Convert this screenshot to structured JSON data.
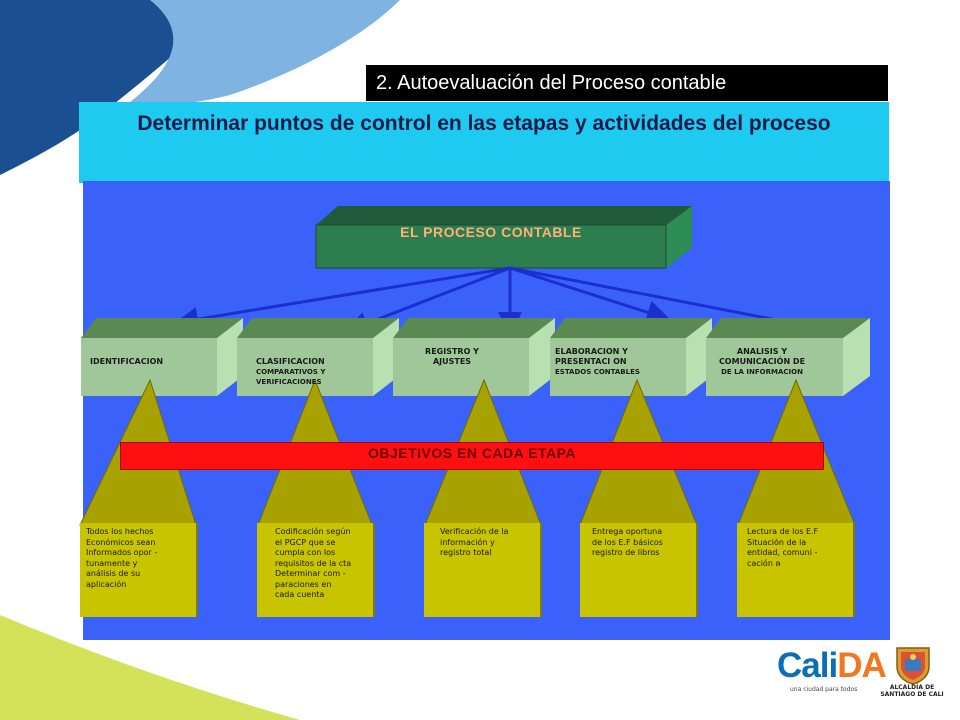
{
  "header": {
    "section_title": "2. Autoevaluación del Proceso contable",
    "main_title": "Determinar puntos de control en las etapas y actividades del proceso"
  },
  "diagram": {
    "process_title": "EL PROCESO CONTABLE",
    "objectives_title": "OBJETIVOS EN CADA ETAPA",
    "stages": [
      {
        "label": "IDENTIFICACION",
        "sublabel": ""
      },
      {
        "label": "CLASIFICACION",
        "sublabel": "COMPARATIVOS Y VERIFICACIONES"
      },
      {
        "label": "REGISTRO Y AJUSTES",
        "sublabel": ""
      },
      {
        "label": "ELABORACION Y PRESENTACI ON",
        "sublabel": "ESTADOS CONTABLES"
      },
      {
        "label": "ANALISIS Y COMUNICACIÓN DE",
        "sublabel": "DE LA INFORMACION"
      }
    ],
    "objectives": [
      "Todos los hechos\nEconómicos sean\nInformados    opor -\ntunamente      y\nanálisis de su\naplicación",
      "Codificación según\nel PGCP que se\ncumpla con los\nrequisitos de la cta\nDeterminar com    -\nparaciones en\ncada cuenta",
      "Verificación de la\ninformación y\nregistro    total",
      "Entrega    oportuna\nde los  E.F  básicos\nregistro de libros",
      "Lectura de los E.F\nSituación de la\nentidad, comuni      -\ncación   ຨ"
    ]
  },
  "colors": {
    "diagram_background": "#3a62fa",
    "title_band": "#1fcaf0",
    "process_box": "#2e7d4f",
    "stage_box": "#a0c79a",
    "objectives_bar": "#ff1010",
    "objective_box": "#c8c400",
    "arrows": "#1a2fd0"
  },
  "footer": {
    "logo_part1": "Cali",
    "logo_part2": "DA",
    "slogan": "una ciudad para todos",
    "crest_caption_line1": "ALCALDÍA DE",
    "crest_caption_line2": "SANTIAGO DE CALI"
  }
}
